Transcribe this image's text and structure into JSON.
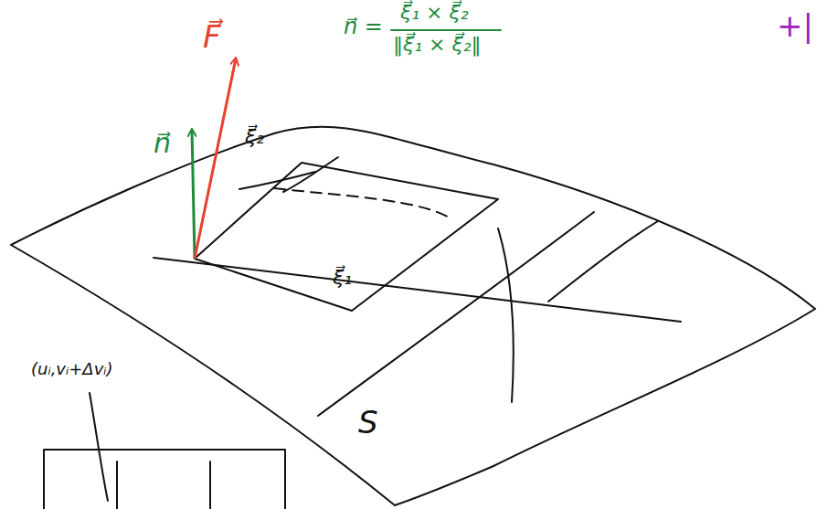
{
  "diagram": {
    "labels": [
      "F⃗",
      "n⃗",
      "n⃗ =",
      "ξ⃗₁ × ξ⃗₂",
      "‖ξ⃗₁ × ξ⃗₂‖",
      "+|",
      "ξ⃗₂",
      "ξ⃗₁",
      "S",
      "(uᵢ,vᵢ+Δvᵢ)"
    ]
  }
}
